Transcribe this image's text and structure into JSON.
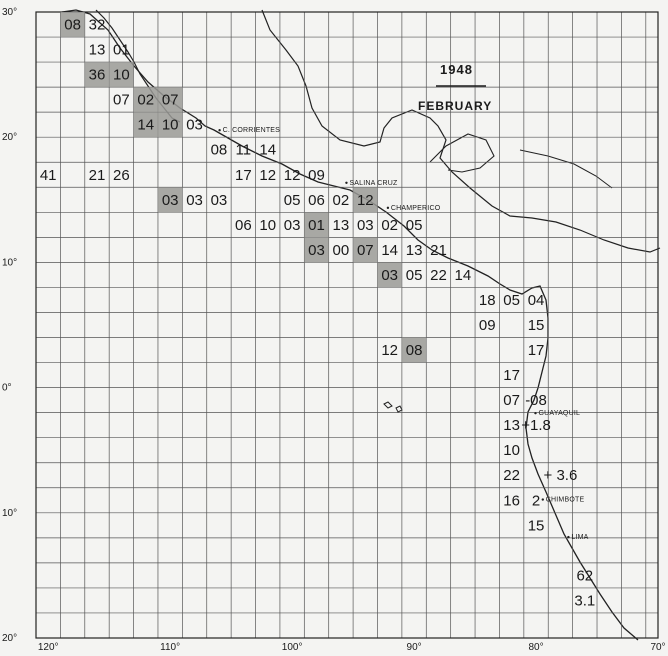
{
  "title": {
    "year": "1948",
    "month": "FEBRUARY"
  },
  "lat_labels": [
    {
      "lat": 30,
      "text": "30°"
    },
    {
      "lat": 20,
      "text": "20°"
    },
    {
      "lat": 10,
      "text": "10°"
    },
    {
      "lat": 0,
      "text": "0°"
    },
    {
      "lat": -10,
      "text": "10°"
    },
    {
      "lat": -20,
      "text": "20°"
    }
  ],
  "lon_labels": [
    {
      "lon": -120,
      "text": "120°"
    },
    {
      "lon": -110,
      "text": "110°"
    },
    {
      "lon": -100,
      "text": "100°"
    },
    {
      "lon": -90,
      "text": "90°"
    },
    {
      "lon": -80,
      "text": "80°"
    },
    {
      "lon": -70,
      "text": "70°"
    }
  ],
  "places": [
    {
      "name": "C. CORRIENTES",
      "lon": -105.7,
      "lat": 20.4
    },
    {
      "name": "SALINA CRUZ",
      "lon": -95.3,
      "lat": 16.2
    },
    {
      "name": "CHAMPERICO",
      "lon": -91.9,
      "lat": 14.2
    },
    {
      "name": "GUAYAQUIL",
      "lon": -79.8,
      "lat": -2.2
    },
    {
      "name": "CHIMBOTE",
      "lon": -79.2,
      "lat": -9.1
    },
    {
      "name": "LIMA",
      "lon": -77.1,
      "lat": -12.1
    }
  ],
  "cells": [
    {
      "text": "08",
      "lon": -118,
      "lat": 29,
      "shaded": true
    },
    {
      "text": "32",
      "lon": -116,
      "lat": 29,
      "shaded": false
    },
    {
      "text": "13",
      "lon": -116,
      "lat": 27,
      "shaded": false
    },
    {
      "text": "01",
      "lon": -114,
      "lat": 27,
      "shaded": false
    },
    {
      "text": "36",
      "lon": -116,
      "lat": 25,
      "shaded": true
    },
    {
      "text": "10",
      "lon": -114,
      "lat": 25,
      "shaded": true
    },
    {
      "text": "07",
      "lon": -114,
      "lat": 23,
      "shaded": false
    },
    {
      "text": "02",
      "lon": -112,
      "lat": 23,
      "shaded": true
    },
    {
      "text": "07",
      "lon": -110,
      "lat": 23,
      "shaded": true
    },
    {
      "text": "14",
      "lon": -112,
      "lat": 21,
      "shaded": true
    },
    {
      "text": "10",
      "lon": -110,
      "lat": 21,
      "shaded": true
    },
    {
      "text": "03",
      "lon": -108,
      "lat": 21,
      "shaded": false
    },
    {
      "text": "08",
      "lon": -106,
      "lat": 19,
      "shaded": false
    },
    {
      "text": "11",
      "lon": -104,
      "lat": 19,
      "shaded": false
    },
    {
      "text": "14",
      "lon": -102,
      "lat": 19,
      "shaded": false
    },
    {
      "text": "41",
      "lon": -120,
      "lat": 17,
      "shaded": false
    },
    {
      "text": "21",
      "lon": -116,
      "lat": 17,
      "shaded": false
    },
    {
      "text": "26",
      "lon": -114,
      "lat": 17,
      "shaded": false
    },
    {
      "text": "17",
      "lon": -104,
      "lat": 17,
      "shaded": false
    },
    {
      "text": "12",
      "lon": -102,
      "lat": 17,
      "shaded": false
    },
    {
      "text": "12",
      "lon": -100,
      "lat": 17,
      "shaded": false
    },
    {
      "text": "09",
      "lon": -98,
      "lat": 17,
      "shaded": false
    },
    {
      "text": "03",
      "lon": -110,
      "lat": 15,
      "shaded": true
    },
    {
      "text": "03",
      "lon": -108,
      "lat": 15,
      "shaded": false
    },
    {
      "text": "03",
      "lon": -106,
      "lat": 15,
      "shaded": false
    },
    {
      "text": "05",
      "lon": -100,
      "lat": 15,
      "shaded": false
    },
    {
      "text": "06",
      "lon": -98,
      "lat": 15,
      "shaded": false
    },
    {
      "text": "02",
      "lon": -96,
      "lat": 15,
      "shaded": false
    },
    {
      "text": "12",
      "lon": -94,
      "lat": 15,
      "shaded": true
    },
    {
      "text": "06",
      "lon": -104,
      "lat": 13,
      "shaded": false
    },
    {
      "text": "10",
      "lon": -102,
      "lat": 13,
      "shaded": false
    },
    {
      "text": "03",
      "lon": -100,
      "lat": 13,
      "shaded": false
    },
    {
      "text": "01",
      "lon": -98,
      "lat": 13,
      "shaded": true
    },
    {
      "text": "13",
      "lon": -96,
      "lat": 13,
      "shaded": false
    },
    {
      "text": "03",
      "lon": -94,
      "lat": 13,
      "shaded": false
    },
    {
      "text": "02",
      "lon": -92,
      "lat": 13,
      "shaded": false
    },
    {
      "text": "05",
      "lon": -90,
      "lat": 13,
      "shaded": false
    },
    {
      "text": "03",
      "lon": -98,
      "lat": 11,
      "shaded": true
    },
    {
      "text": "00",
      "lon": -96,
      "lat": 11,
      "shaded": false
    },
    {
      "text": "07",
      "lon": -94,
      "lat": 11,
      "shaded": true
    },
    {
      "text": "14",
      "lon": -92,
      "lat": 11,
      "shaded": false
    },
    {
      "text": "13",
      "lon": -90,
      "lat": 11,
      "shaded": false
    },
    {
      "text": "21",
      "lon": -88,
      "lat": 11,
      "shaded": false
    },
    {
      "text": "03",
      "lon": -92,
      "lat": 9,
      "shaded": true
    },
    {
      "text": "05",
      "lon": -90,
      "lat": 9,
      "shaded": false
    },
    {
      "text": "22",
      "lon": -88,
      "lat": 9,
      "shaded": false
    },
    {
      "text": "14",
      "lon": -86,
      "lat": 9,
      "shaded": false
    },
    {
      "text": "18",
      "lon": -84,
      "lat": 7,
      "shaded": false
    },
    {
      "text": "05",
      "lon": -82,
      "lat": 7,
      "shaded": false
    },
    {
      "text": "04",
      "lon": -80,
      "lat": 7,
      "shaded": false
    },
    {
      "text": "09",
      "lon": -84,
      "lat": 5,
      "shaded": false
    },
    {
      "text": "15",
      "lon": -80,
      "lat": 5,
      "shaded": false
    },
    {
      "text": "17",
      "lon": -80,
      "lat": 3,
      "shaded": false
    },
    {
      "text": "12",
      "lon": -92,
      "lat": 3,
      "shaded": false
    },
    {
      "text": "08",
      "lon": -90,
      "lat": 3,
      "shaded": true
    },
    {
      "text": "17",
      "lon": -82,
      "lat": 1,
      "shaded": false
    },
    {
      "text": "07",
      "lon": -82,
      "lat": -1,
      "shaded": false
    },
    {
      "text": "-08",
      "lon": -80,
      "lat": -1,
      "shaded": false
    },
    {
      "text": "13",
      "lon": -82,
      "lat": -3,
      "shaded": false
    },
    {
      "text": "+1.8",
      "lon": -80,
      "lat": -3,
      "shaded": false
    },
    {
      "text": "10",
      "lon": -82,
      "lat": -5,
      "shaded": false
    },
    {
      "text": "22",
      "lon": -82,
      "lat": -7,
      "shaded": false
    },
    {
      "text": "+ 3.6",
      "lon": -78,
      "lat": -7,
      "shaded": false
    },
    {
      "text": "16",
      "lon": -82,
      "lat": -9,
      "shaded": false
    },
    {
      "text": "2",
      "lon": -80,
      "lat": -9,
      "shaded": false
    },
    {
      "text": "15",
      "lon": -80,
      "lat": -11,
      "shaded": false
    },
    {
      "text": "62",
      "lon": -76,
      "lat": -15,
      "shaded": false
    },
    {
      "text": "3.1",
      "lon": -76,
      "lat": -17,
      "shaded": false
    }
  ]
}
